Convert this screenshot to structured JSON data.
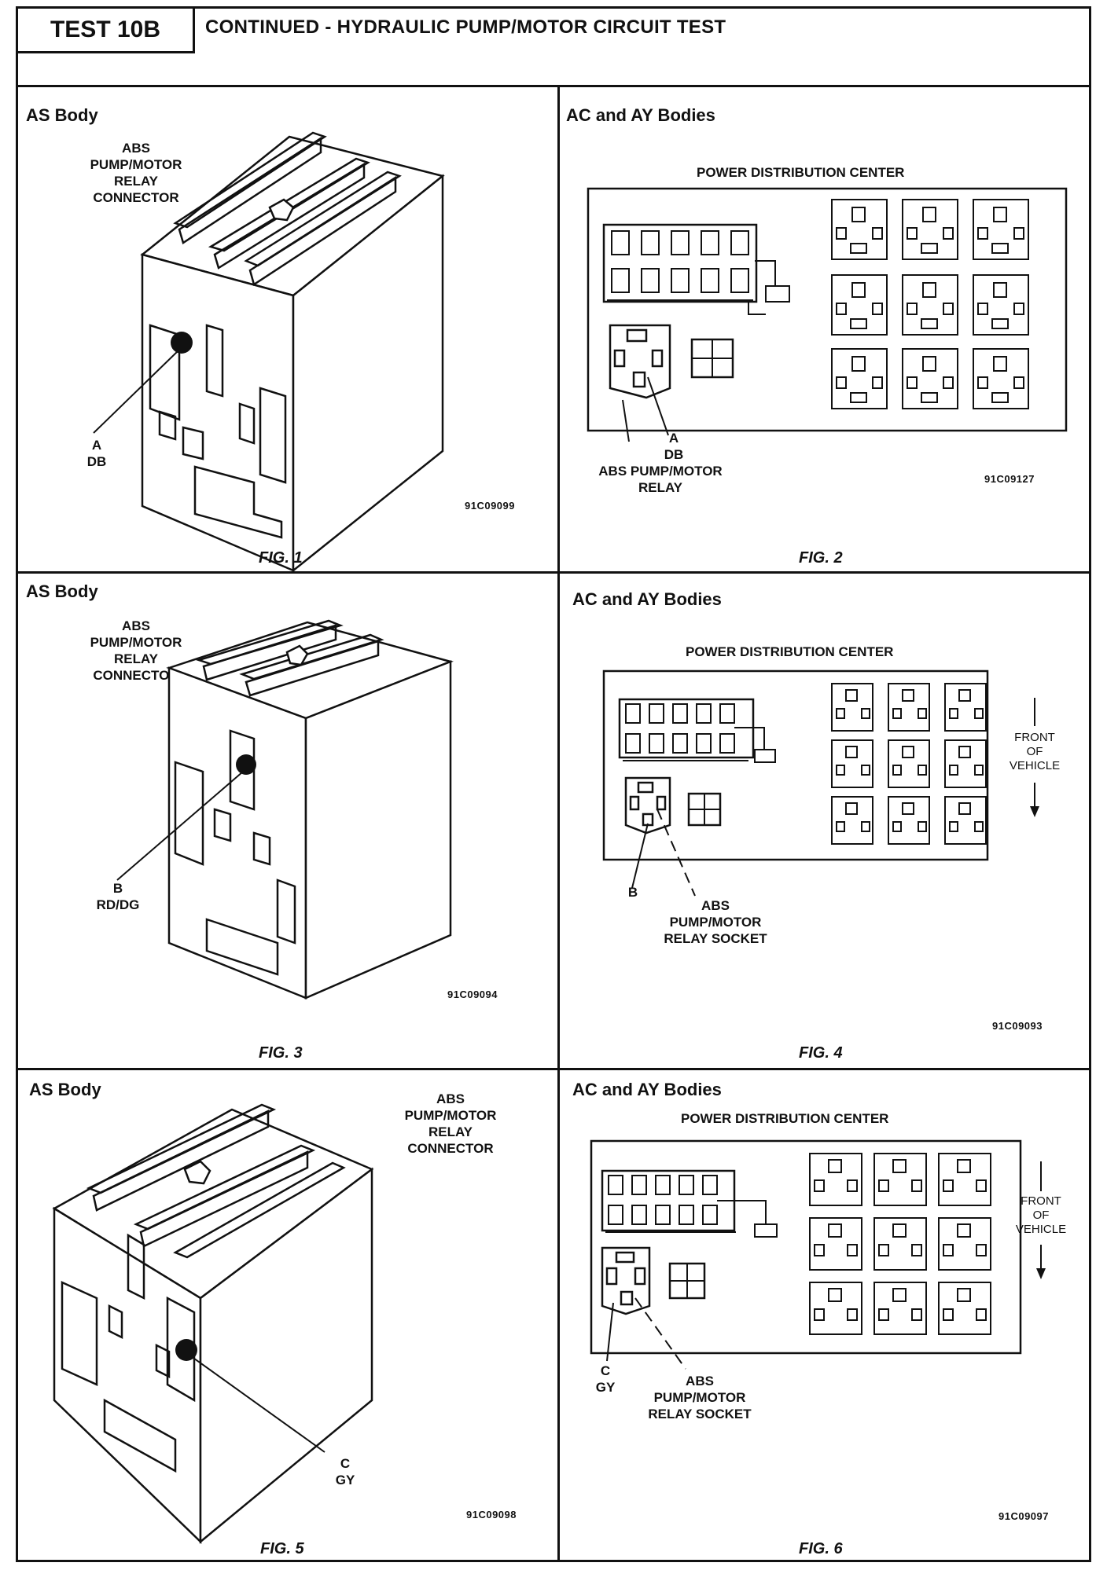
{
  "header": {
    "test_id": "TEST 10B",
    "title": "CONTINUED - HYDRAULIC PUMP/MOTOR CIRCUIT TEST"
  },
  "panels": [
    {
      "label": "AS Body",
      "fig": "FIG. 1",
      "code": "91C09099",
      "callout_title": [
        "ABS",
        "PUMP/MOTOR",
        "RELAY",
        "CONNECTOR"
      ],
      "pin": [
        "A",
        "DB"
      ]
    },
    {
      "label": "AC and AY Bodies",
      "fig": "FIG. 2",
      "code": "91C09127",
      "pdc_title": "POWER DISTRIBUTION CENTER",
      "pin": [
        "A",
        "DB"
      ],
      "relay_label": [
        "ABS PUMP/MOTOR",
        "RELAY"
      ]
    },
    {
      "label": "AS Body",
      "fig": "FIG. 3",
      "code": "91C09094",
      "callout_title": [
        "ABS",
        "PUMP/MOTOR",
        "RELAY",
        "CONNECTOR"
      ],
      "pin": [
        "B",
        "RD/DG"
      ]
    },
    {
      "label": "AC and AY Bodies",
      "fig": "FIG. 4",
      "code": "91C09093",
      "pdc_title": "POWER DISTRIBUTION CENTER",
      "pin": [
        "B"
      ],
      "relay_label": [
        "ABS",
        "PUMP/MOTOR",
        "RELAY SOCKET"
      ],
      "front_label": [
        "FRONT",
        "OF",
        "VEHICLE"
      ]
    },
    {
      "label": "AS Body",
      "fig": "FIG. 5",
      "code": "91C09098",
      "callout_title": [
        "ABS",
        "PUMP/MOTOR",
        "RELAY",
        "CONNECTOR"
      ],
      "pin": [
        "C",
        "GY"
      ]
    },
    {
      "label": "AC and AY Bodies",
      "fig": "FIG. 6",
      "code": "91C09097",
      "pdc_title": "POWER DISTRIBUTION CENTER",
      "pin": [
        "C",
        "GY"
      ],
      "relay_label": [
        "ABS",
        "PUMP/MOTOR",
        "RELAY SOCKET"
      ],
      "front_label": [
        "FRONT",
        "OF",
        "VEHICLE"
      ]
    }
  ]
}
